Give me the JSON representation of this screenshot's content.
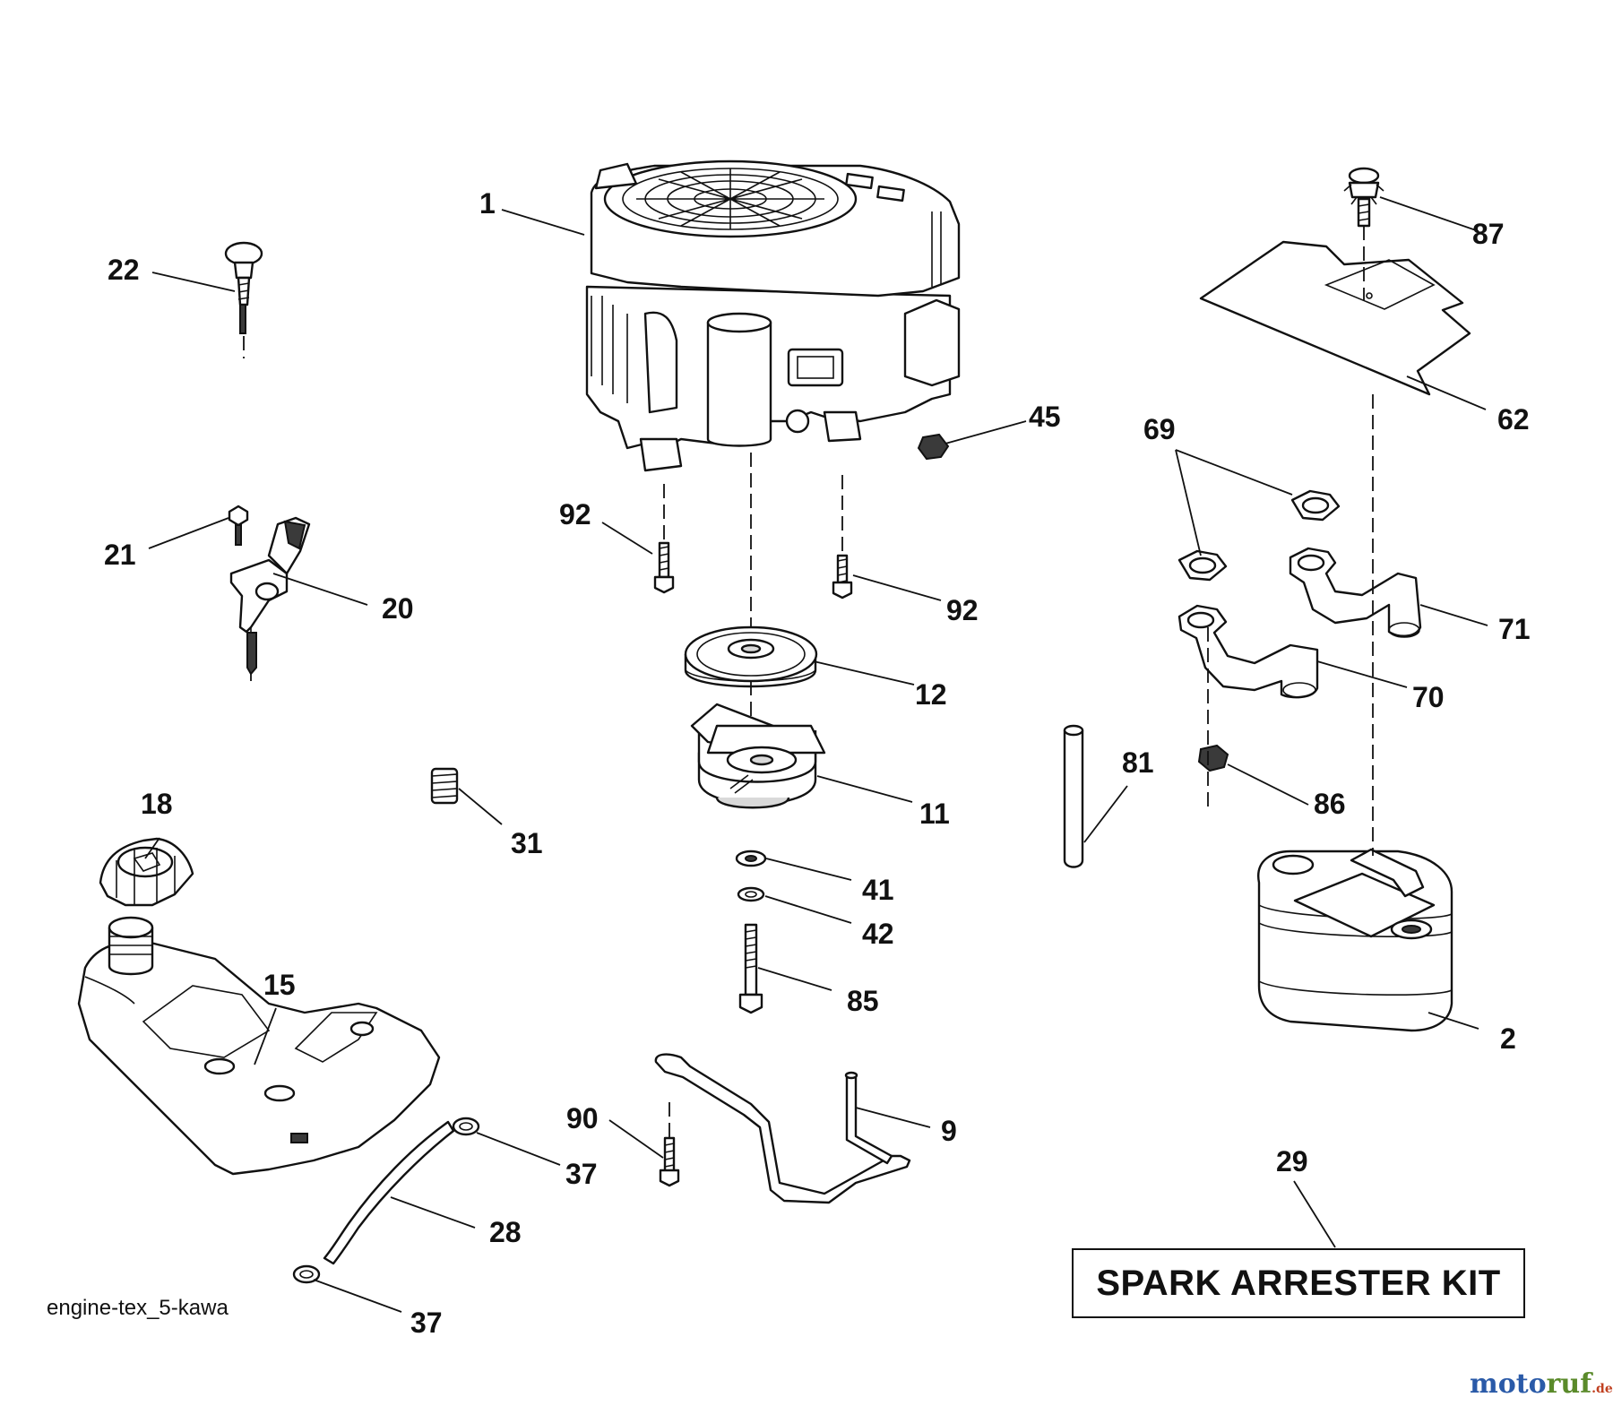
{
  "diagram_id": "engine-tex_5-kawa",
  "kit_label": "SPARK ARRESTER KIT",
  "watermark": {
    "part1": "moto",
    "part2": "ruf",
    "suffix": ".de"
  },
  "callouts": {
    "c1": "1",
    "c22": "22",
    "c21": "21",
    "c20": "20",
    "c92a": "92",
    "c92b": "92",
    "c45": "45",
    "c87": "87",
    "c62": "62",
    "c69": "69",
    "c71": "71",
    "c70": "70",
    "c12": "12",
    "c11": "11",
    "c31": "31",
    "c18": "18",
    "c15": "15",
    "c81": "81",
    "c86": "86",
    "c41": "41",
    "c42": "42",
    "c85": "85",
    "c2": "2",
    "c90": "90",
    "c9": "9",
    "c37a": "37",
    "c28": "28",
    "c37b": "37",
    "c29": "29"
  }
}
